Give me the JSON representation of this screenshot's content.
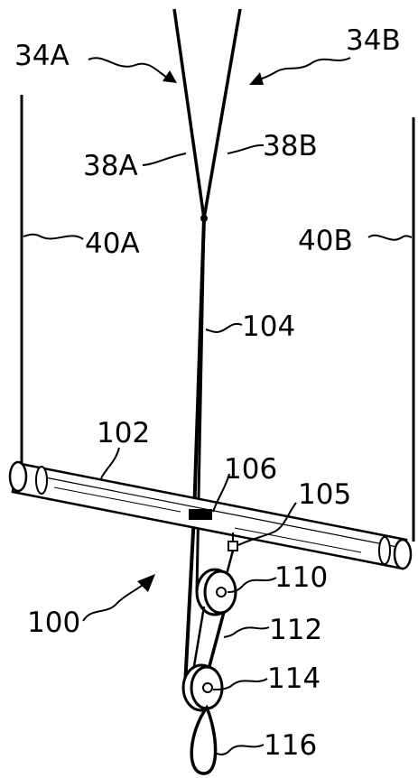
{
  "labels": {
    "l34A": "34A",
    "l34B": "34B",
    "l38A": "38A",
    "l38B": "38B",
    "l40A": "40A",
    "l40B": "40B",
    "l104": "104",
    "l102": "102",
    "l106": "106",
    "l105": "105",
    "l100": "100",
    "l110": "110",
    "l112": "112",
    "l114": "114",
    "l116": "116"
  },
  "colors": {
    "ink": "#000000",
    "background": "#ffffff"
  }
}
